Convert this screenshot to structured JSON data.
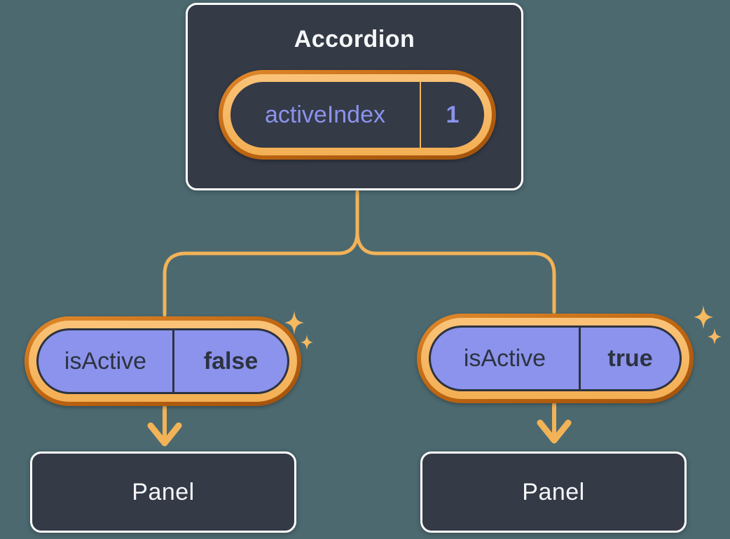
{
  "diagram": {
    "description": "React component tree showing state lifted up: Accordion holds activeIndex, passing isActive to two Panels",
    "root": {
      "title": "Accordion",
      "prop": {
        "name": "activeIndex",
        "value": "1"
      }
    },
    "children": [
      {
        "prop": {
          "name": "isActive",
          "value": "false"
        },
        "panel_label": "Panel"
      },
      {
        "prop": {
          "name": "isActive",
          "value": "true"
        },
        "panel_label": "Panel"
      }
    ],
    "icons": {
      "sparkle": "sparkle-icon (four-point star, appears beside each highlighted state pill)"
    },
    "colors": {
      "background": "#4C6970",
      "card_fill": "#343A46",
      "card_border": "#FFFFFF",
      "pill_purple": "#8B93EC",
      "ring_dark_orange": "#B45F10",
      "ring_light_orange": "#F7BB66",
      "connector_orange": "#F2B357",
      "text_light": "#F6F7F9",
      "text_dark": "#2D3340",
      "text_purple": "#8B93EC"
    }
  }
}
